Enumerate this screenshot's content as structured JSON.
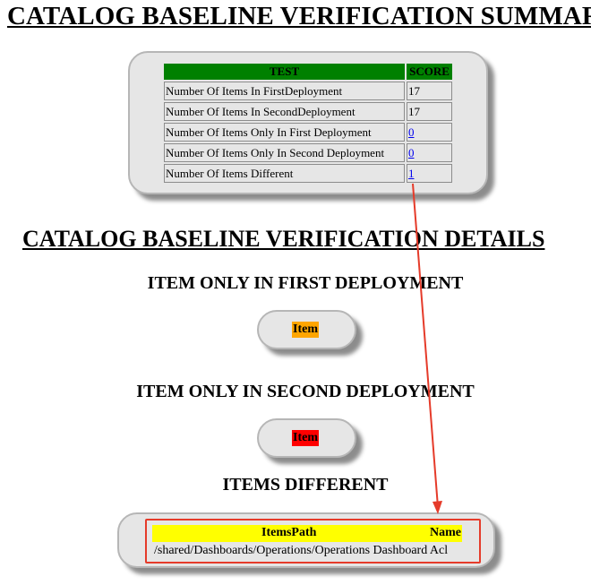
{
  "summary": {
    "title": "CATALOG BASELINE VERIFICATION SUMMARY",
    "headers": {
      "test": "TEST",
      "score": "SCORE"
    },
    "rows": [
      {
        "test": "Number Of Items In FirstDeployment",
        "score": "17"
      },
      {
        "test": "Number Of Items In SecondDeployment",
        "score": "17"
      },
      {
        "test": "Number Of Items Only In First Deployment",
        "score": "0"
      },
      {
        "test": "Number Of Items Only In Second Deployment",
        "score": "0"
      },
      {
        "test": "Number Of Items Different",
        "score": "1"
      }
    ],
    "header_color": "#008000",
    "link_color": "#0000ee"
  },
  "details": {
    "title": "CATALOG BASELINE VERIFICATION DETAILS",
    "first_only": {
      "heading": "ITEM ONLY IN FIRST DEPLOYMENT",
      "column": "Item",
      "color": "#ffa500"
    },
    "second_only": {
      "heading": "ITEM ONLY IN SECOND DEPLOYMENT",
      "column": "Item",
      "color": "#ff0000"
    },
    "different": {
      "heading": "ITEMS DIFFERENT",
      "columns": {
        "path": "ItemsPath",
        "name": "Name"
      },
      "rows": [
        {
          "path": "/shared/Dashboards/Operations/Operations Dashboard Acl"
        }
      ],
      "header_color": "#ffff00"
    }
  },
  "annotation": {
    "arrow_color": "#e53b2a",
    "outline_color": "#e53b2a"
  }
}
